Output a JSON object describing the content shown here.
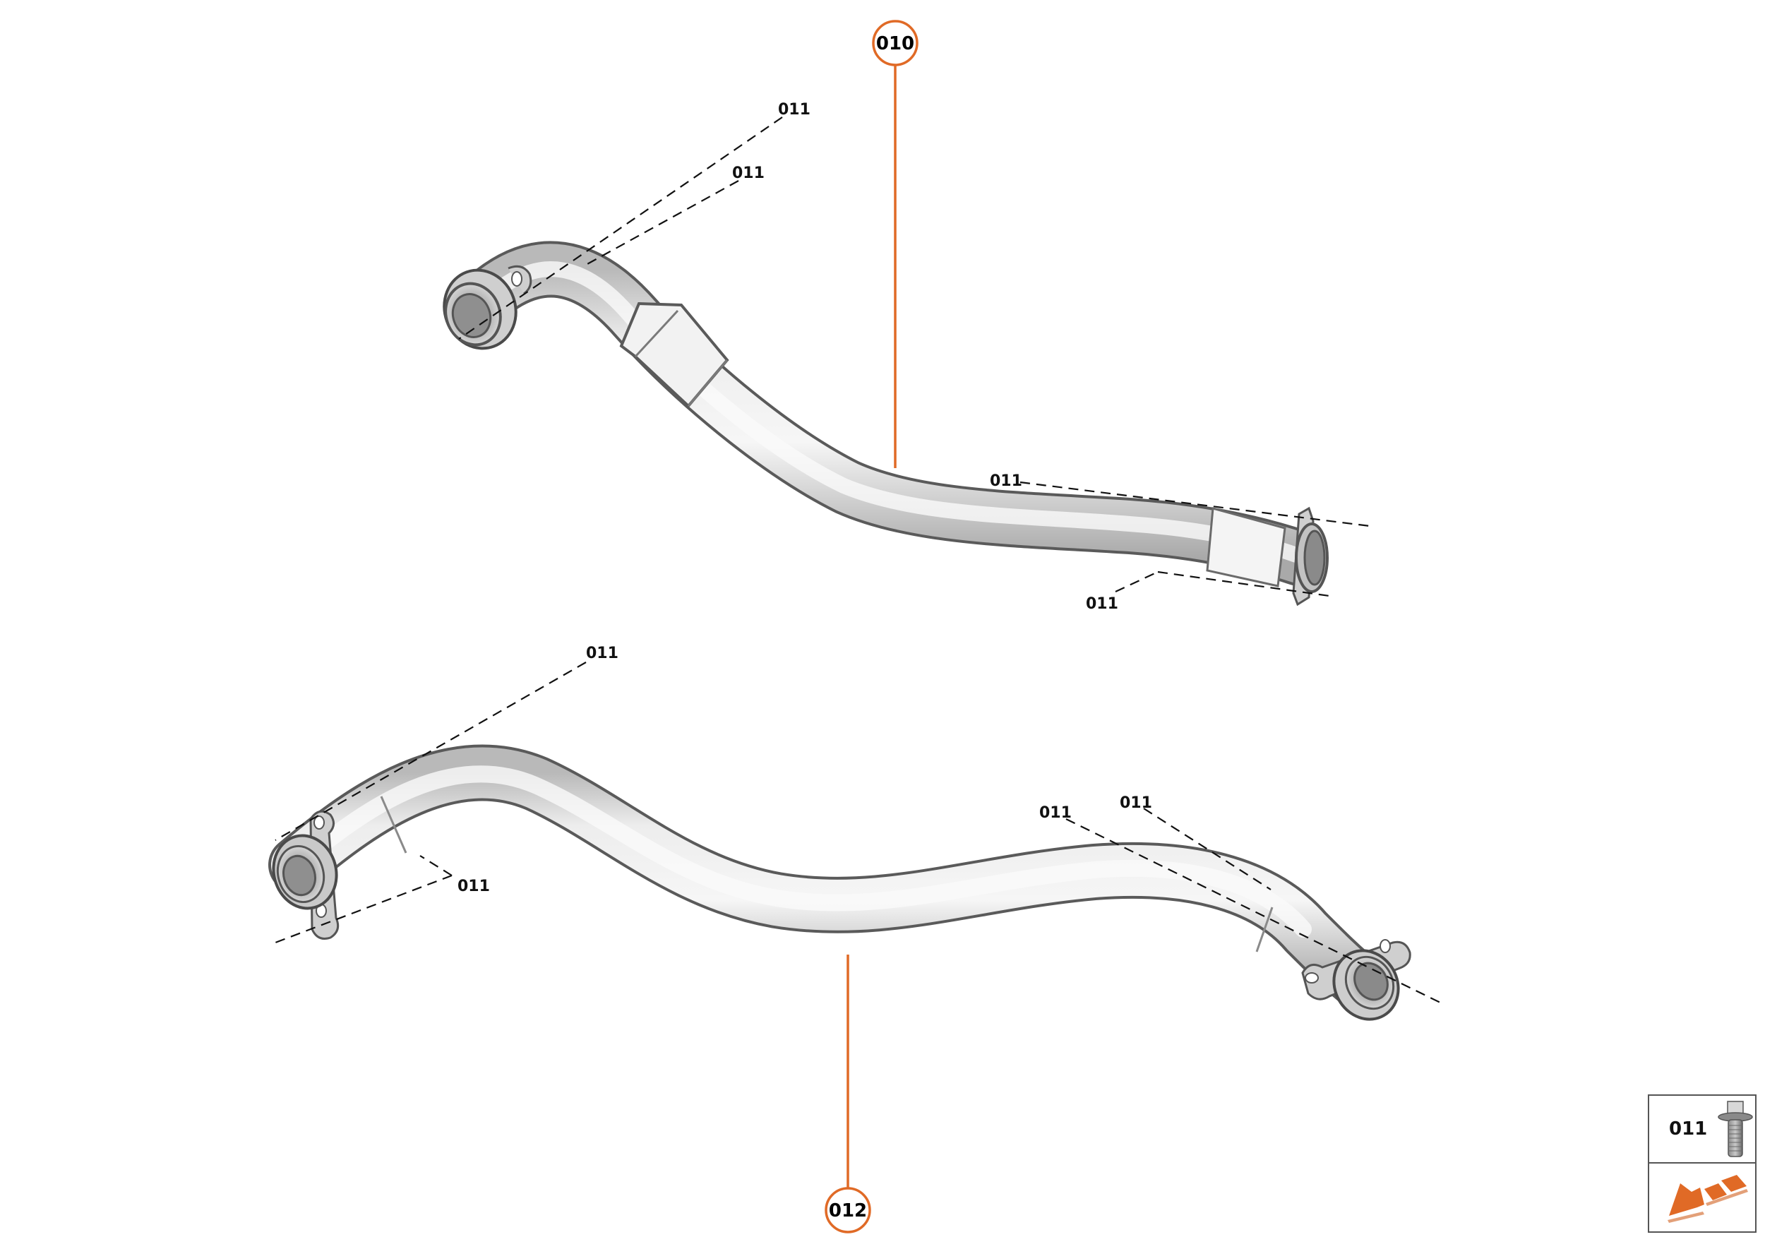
{
  "diagram": {
    "type": "exploded parts illustration",
    "colors": {
      "accent": "#e06a26",
      "pipe_fill": "#e9e9e9",
      "pipe_outline": "#5a5a5a",
      "label_text": "#111111"
    },
    "callouts": [
      {
        "id": "010",
        "label": "010"
      },
      {
        "id": "012",
        "label": "012"
      }
    ],
    "part_labels": [
      {
        "label": "011"
      },
      {
        "label": "011"
      },
      {
        "label": "011"
      },
      {
        "label": "011"
      },
      {
        "label": "011"
      },
      {
        "label": "011"
      },
      {
        "label": "011"
      },
      {
        "label": "011"
      }
    ]
  },
  "legend": {
    "part_number": "011",
    "part_icon": "bolt-icon",
    "direction_icon": "front-direction-arrow-icon"
  }
}
